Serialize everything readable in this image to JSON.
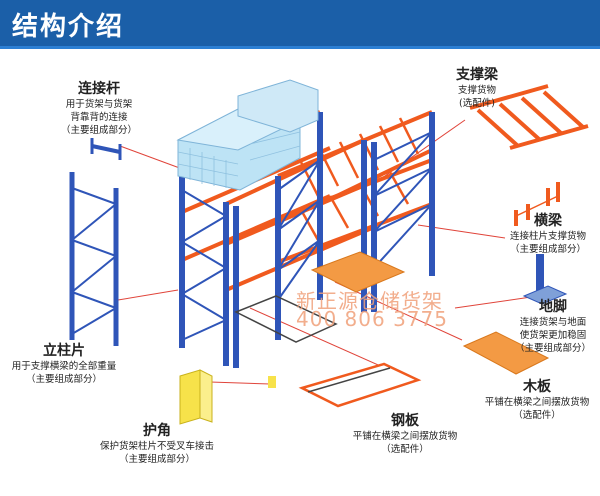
{
  "header": {
    "title": "结构介绍"
  },
  "watermark": {
    "name": "新正源仓储货架",
    "phone": "400 806 3775"
  },
  "parts": {
    "connector": {
      "title": "连接杆",
      "desc1": "用于货架与货架",
      "desc2": "背靠背的连接",
      "desc3": "（主要组成部分）"
    },
    "support_beam": {
      "title": "支撑梁",
      "desc1": "支撑货物",
      "desc2": "(选配件)"
    },
    "cross_beam": {
      "title": "横梁",
      "desc1": "连接柱片支撑货物",
      "desc2": "（主要组成部分）"
    },
    "foot": {
      "title": "地脚",
      "desc1": "连接货架与地面",
      "desc2": "使货架更加稳固",
      "desc3": "（主要组成部分）"
    },
    "upright": {
      "title": "立柱片",
      "desc1": "用于支撑横梁的全部重量",
      "desc2": "（主要组成部分）"
    },
    "wood_board": {
      "title": "木板",
      "desc1": "平铺在横梁之间摆放货物",
      "desc2": "（选配件）"
    },
    "guard": {
      "title": "护角",
      "desc1": "保护货架柱片不受叉车接击",
      "desc2": "（主要组成部分）"
    },
    "steel_board": {
      "title": "钢板",
      "desc1": "平铺在横梁之间摆放货物",
      "desc2": "（选配件）"
    }
  },
  "colors": {
    "header": "#1b5fa8",
    "upright": "#2f55b8",
    "beam": "#f05a1e",
    "board": "#f39a44",
    "guard": "#f7e24a",
    "boxes": "#bde3f5"
  }
}
